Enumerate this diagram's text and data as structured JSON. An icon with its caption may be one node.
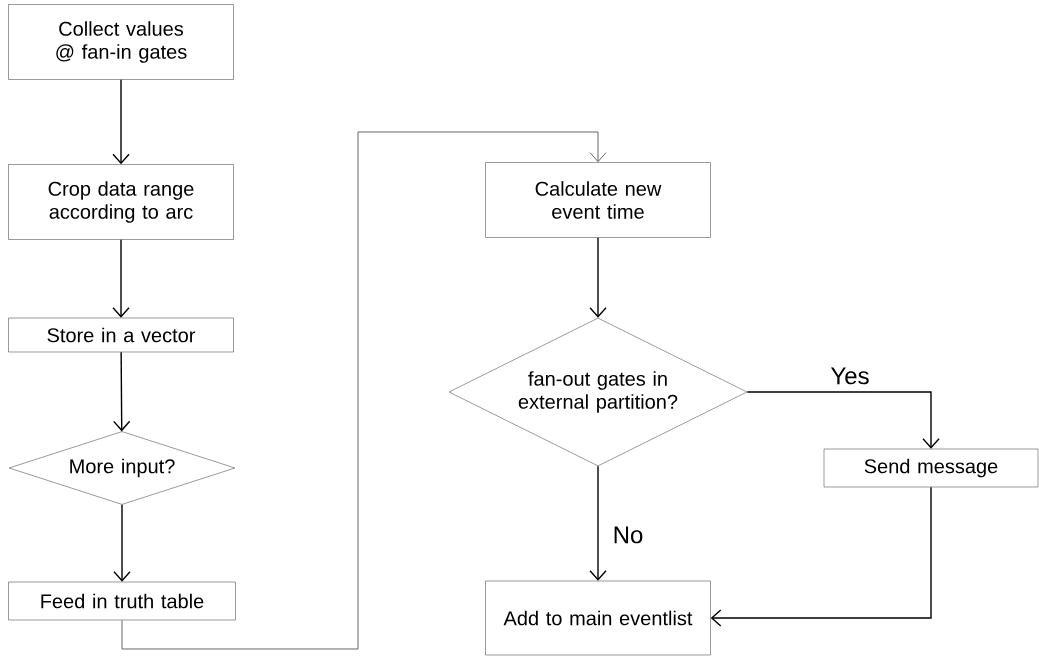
{
  "diagram": {
    "nodes": [
      {
        "text": [
          "Collect values @ fan-in gates"
        ]
      },
      {
        "text": [
          "Crop data range according to arc"
        ]
      },
      {
        "text": [
          "Store in a vector"
        ]
      },
      {
        "text": [
          "More input?"
        ]
      },
      {
        "text": [
          "Feed in truth table"
        ]
      },
      {
        "text": [
          "Calculate new event time"
        ]
      },
      {
        "text": [
          "fan-out gates in external partition?"
        ]
      },
      {
        "text": [
          "Send message"
        ]
      },
      {
        "text": [
          "Add to main eventlist"
        ]
      }
    ],
    "edges": [
      {
        "from": 0,
        "to": 1,
        "arrow": "to"
      },
      {
        "from": 1,
        "to": 2,
        "arrow": "to"
      },
      {
        "from": 2,
        "to": 3,
        "arrow": "to"
      },
      {
        "from": 3,
        "to": 4,
        "arrow": "to"
      },
      {
        "from": 4,
        "to": 5,
        "arrow": "to",
        "color": "#555555"
      },
      {
        "from": 5,
        "to": 6,
        "arrow": "to"
      },
      {
        "from": 6,
        "to": 7,
        "arrow": "to",
        "label": "Yes"
      },
      {
        "from": 6,
        "to": 8,
        "arrow": "to",
        "label": "No"
      },
      {
        "from": 7,
        "to": 8,
        "arrow": "to"
      }
    ]
  }
}
